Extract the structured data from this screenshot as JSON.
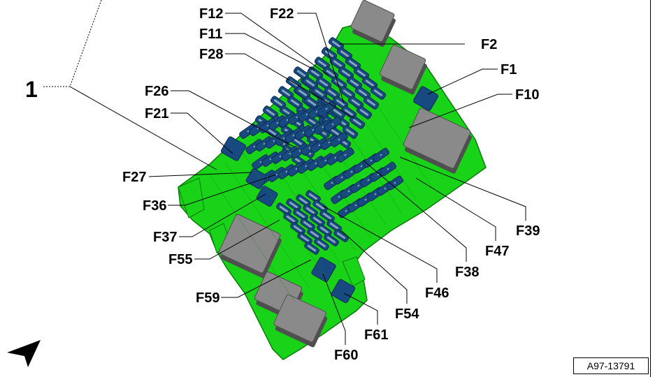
{
  "diagram": {
    "callout": "1",
    "reference": "A97-13791",
    "colors": {
      "board": "#18d318",
      "board_edge": "#0a7a0a",
      "fuse": "#174a80",
      "fuse_edge": "#0c2a52",
      "relay": "#8a8a8a",
      "relay_edge": "#4f4f4f",
      "slot": "#0e8f0e"
    },
    "labels": [
      {
        "id": "F12",
        "text": "F12"
      },
      {
        "id": "F22",
        "text": "F22"
      },
      {
        "id": "F11",
        "text": "F11"
      },
      {
        "id": "F2",
        "text": "F2"
      },
      {
        "id": "F28",
        "text": "F28"
      },
      {
        "id": "F1",
        "text": "F1"
      },
      {
        "id": "F26",
        "text": "F26"
      },
      {
        "id": "F10",
        "text": "F10"
      },
      {
        "id": "F21",
        "text": "F21"
      },
      {
        "id": "F27",
        "text": "F27"
      },
      {
        "id": "F36",
        "text": "F36"
      },
      {
        "id": "F37",
        "text": "F37"
      },
      {
        "id": "F55",
        "text": "F55"
      },
      {
        "id": "F59",
        "text": "F59"
      },
      {
        "id": "F39",
        "text": "F39"
      },
      {
        "id": "F47",
        "text": "F47"
      },
      {
        "id": "F38",
        "text": "F38"
      },
      {
        "id": "F46",
        "text": "F46"
      },
      {
        "id": "F54",
        "text": "F54"
      },
      {
        "id": "F61",
        "text": "F61"
      },
      {
        "id": "F60",
        "text": "F60"
      }
    ]
  }
}
